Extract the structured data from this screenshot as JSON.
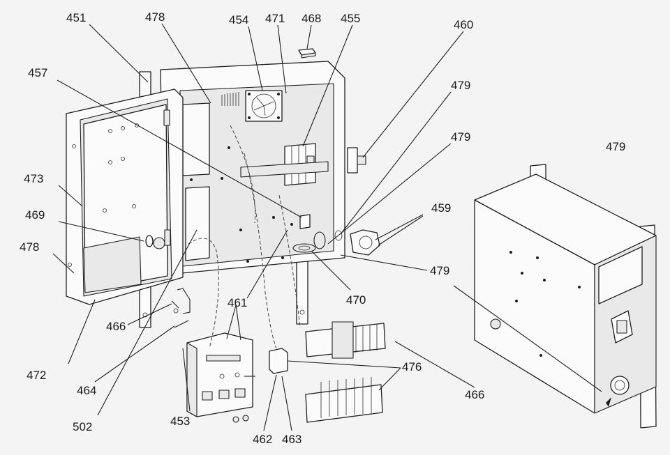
{
  "diagram": {
    "callouts": [
      {
        "id": "c451",
        "text": "451"
      },
      {
        "id": "c478a",
        "text": "478"
      },
      {
        "id": "c454",
        "text": "454"
      },
      {
        "id": "c471",
        "text": "471"
      },
      {
        "id": "c468",
        "text": "468"
      },
      {
        "id": "c455",
        "text": "455"
      },
      {
        "id": "c460",
        "text": "460"
      },
      {
        "id": "c457",
        "text": "457"
      },
      {
        "id": "c479a",
        "text": "479"
      },
      {
        "id": "c479b",
        "text": "479"
      },
      {
        "id": "c479c",
        "text": "479"
      },
      {
        "id": "c473",
        "text": "473"
      },
      {
        "id": "c459",
        "text": "459"
      },
      {
        "id": "c469",
        "text": "469"
      },
      {
        "id": "c478b",
        "text": "478"
      },
      {
        "id": "c479d",
        "text": "479"
      },
      {
        "id": "c470",
        "text": "470"
      },
      {
        "id": "c461",
        "text": "461"
      },
      {
        "id": "c466a",
        "text": "466"
      },
      {
        "id": "c472",
        "text": "472"
      },
      {
        "id": "c476",
        "text": "476"
      },
      {
        "id": "c464",
        "text": "464"
      },
      {
        "id": "c466b",
        "text": "466"
      },
      {
        "id": "c502",
        "text": "502"
      },
      {
        "id": "c453",
        "text": "453"
      },
      {
        "id": "c462",
        "text": "462"
      },
      {
        "id": "c463",
        "text": "463"
      }
    ]
  }
}
